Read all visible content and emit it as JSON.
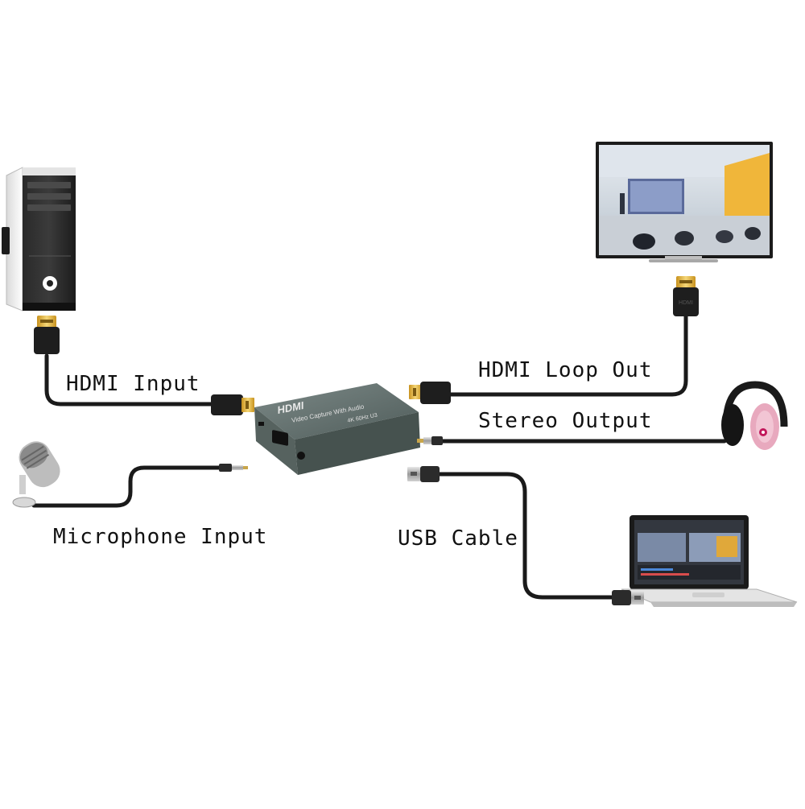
{
  "labels": {
    "hdmi_input": "HDMI Input",
    "hdmi_loop_out": "HDMI Loop Out",
    "stereo_output": "Stereo Output",
    "microphone_input": "Microphone Input",
    "usb_cable": "USB Cable"
  },
  "device": {
    "logo": "HDMI",
    "line1": "Video Capture With Audio",
    "line2": "4K 60Hz U3"
  },
  "colors": {
    "cable": "#1a1a1a",
    "device_body": "#5f6e6c",
    "connector_gold": "#e0b23a",
    "headphone_pink": "#e8a9be"
  },
  "icons": [
    "pc-tower-icon",
    "tv-icon",
    "headphones-icon",
    "microphone-icon",
    "laptop-icon",
    "capture-device-icon"
  ]
}
